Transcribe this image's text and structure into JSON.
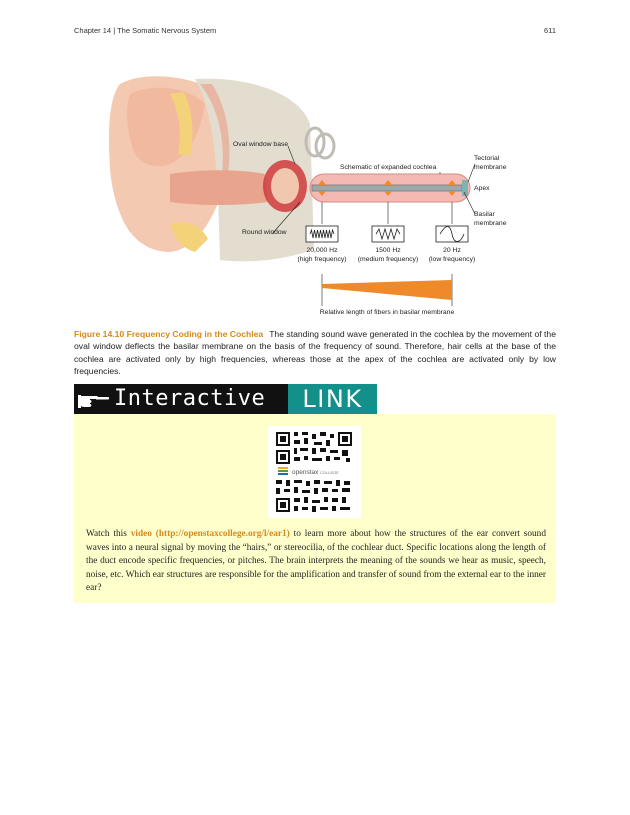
{
  "header": {
    "chapter": "Chapter 14 | The Somatic Nervous System",
    "page_number": "611"
  },
  "figure": {
    "labels": {
      "oval_window_base": "Oval window base",
      "schematic": "Schematic of expanded cochlea",
      "tectorial_1": "Tectorial",
      "tectorial_2": "membrane",
      "apex": "Apex",
      "basilar_1": "Basilar",
      "basilar_2": "membrane",
      "round_window": "Round window",
      "relative_length": "Relative length of fibers in basilar membrane"
    },
    "frequencies": [
      {
        "hz": "20,000 Hz",
        "desc": "(high frequency)"
      },
      {
        "hz": "1500 Hz",
        "desc": "(medium frequency)"
      },
      {
        "hz": "20 Hz",
        "desc": "(low frequency)"
      }
    ],
    "colors": {
      "orange": "#ef8a2a",
      "skin": "#f2c1a8",
      "bone": "#d9d2c3",
      "teal": "#129089"
    }
  },
  "caption": {
    "label": "Figure 14.10 Frequency Coding in the Cochlea",
    "text": "The standing sound wave generated in the cochlea by the movement of the oval window deflects the basilar membrane on the basis of the frequency of sound. Therefore, hair cells at the base of the cochlea are activated only by high frequencies, whereas those at the apex of the cochlea are activated only by low frequencies."
  },
  "interactive_link": {
    "word1": "Interactive",
    "word2": "LINK",
    "qr_brand": "openstax",
    "qr_brand_suffix": "COLLEGE",
    "text_before": "Watch this ",
    "link_text": "video (http://openstaxcollege.org/l/ear1)",
    "text_after": " to learn more about how the structures of the ear convert sound waves into a neural signal by moving the “hairs,” or stereocilia, of the cochlear duct. Specific locations along the length of the duct encode specific frequencies, or pitches. The brain interprets the meaning of the sounds we hear as music, speech, noise, etc. Which ear structures are responsible for the amplification and transfer of sound from the external ear to the inner ear?"
  }
}
